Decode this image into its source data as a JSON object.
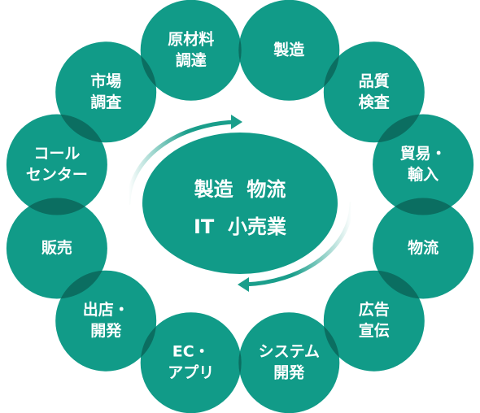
{
  "center": {
    "line1": "製造  物流",
    "line2": "IT  小売業"
  },
  "ring": [
    {
      "lines": [
        "原材料",
        "調達"
      ]
    },
    {
      "lines": [
        "製造"
      ]
    },
    {
      "lines": [
        "品質",
        "検査"
      ]
    },
    {
      "lines": [
        "貿易・",
        "輸入"
      ]
    },
    {
      "lines": [
        "物流"
      ]
    },
    {
      "lines": [
        "広告",
        "宣伝"
      ]
    },
    {
      "lines": [
        "システム",
        "開発"
      ]
    },
    {
      "lines": [
        "EC・",
        "アプリ"
      ]
    },
    {
      "lines": [
        "出店・",
        "開発"
      ]
    },
    {
      "lines": [
        "販売"
      ]
    },
    {
      "lines": [
        "コール",
        "センター"
      ]
    },
    {
      "lines": [
        "市場",
        "調査"
      ]
    }
  ],
  "colors": {
    "node": "#119b88",
    "overlap": "#0b6e61",
    "text": "#ffffff",
    "arrow": "#1a9e8b"
  }
}
